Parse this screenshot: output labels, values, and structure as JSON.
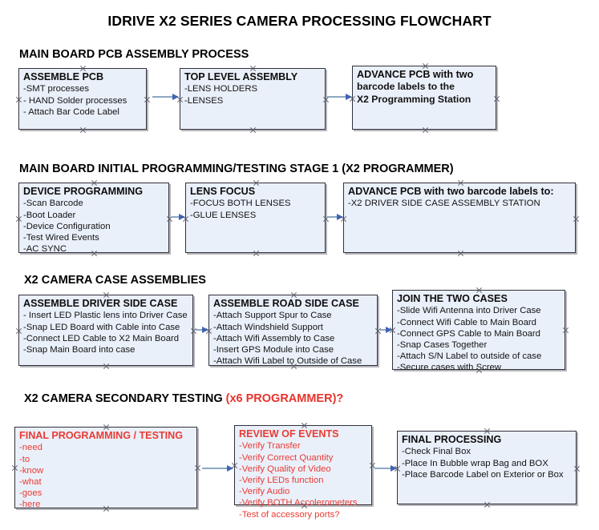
{
  "document": {
    "title": "IDRIVE X2  SERIES CAMERA PROCESSING FLOWCHART",
    "accent_red": "#ea3b33",
    "box_fill": "#eaf0fa",
    "box_border": "#31313a",
    "arrow_color": "#8ba8c4",
    "arrow_head_color": "#3f63b5"
  },
  "sections": [
    {
      "id": "main-board-pcb-assembly-process",
      "heading": "MAIN BOARD PCB ASSEMBLY PROCESS",
      "heading_suffix": "",
      "boxes": [
        {
          "id": "assemble-pcb",
          "title": "ASSEMBLE PCB",
          "lines": [
            "-SMT processes",
            "- HAND Solder processes",
            "- Attach Bar Code Label"
          ]
        },
        {
          "id": "top-level-assembly",
          "title": "TOP LEVEL ASSEMBLY",
          "lines": [
            "-LENS HOLDERS",
            "-LENSES"
          ]
        },
        {
          "id": "advance-pcb-to-x2-programming-station",
          "title": "ADVANCE PCB with two",
          "lines": [
            "barcode labels to the",
            " X2 Programming Station"
          ]
        }
      ]
    },
    {
      "id": "main-board-initial-programming-testing-stage-1",
      "heading": "MAIN BOARD INITIAL PROGRAMMING/TESTING STAGE 1 (X2 PROGRAMMER)",
      "heading_suffix": "",
      "boxes": [
        {
          "id": "device-programming",
          "title": "DEVICE PROGRAMMING",
          "lines": [
            "-Scan Barcode",
            "-Boot Loader",
            "-Device Configuration",
            "-Test Wired Events",
            "-AC SYNC"
          ]
        },
        {
          "id": "lens-focus",
          "title": "LENS FOCUS",
          "lines": [
            "-FOCUS BOTH LENSES",
            "-GLUE LENSES"
          ]
        },
        {
          "id": "advance-pcb-to-driver-side-case-assembly",
          "title": "ADVANCE PCB with two barcode labels to:",
          "lines": [
            "-X2 DRIVER  SIDE  CASE  ASSEMBLY STATION"
          ]
        }
      ]
    },
    {
      "id": "x2-camera-case-assemblies",
      "heading": "X2 CAMERA CASE ASSEMBLIES",
      "heading_suffix": "",
      "boxes": [
        {
          "id": "assemble-driver-side-case",
          "title": "ASSEMBLE DRIVER SIDE CASE",
          "lines": [
            "- Insert LED Plastic lens into Driver Case",
            "-Snap LED Board with Cable into Case",
            "-Connect LED Cable to X2 Main Board",
            "-Snap Main Board into case"
          ]
        },
        {
          "id": "assemble-road-side-case",
          "title": "ASSEMBLE ROAD SIDE CASE",
          "lines": [
            "-Attach Support Spur to Case",
            "-Attach Windshield Support",
            "-Attach Wifi Assembly to Case",
            "-Insert GPS Module into Case",
            "-Attach Wifi Label to Outside of Case"
          ]
        },
        {
          "id": "join-the-two-cases",
          "title": "JOIN THE TWO CASES",
          "lines": [
            "-Slide Wifi Antenna into Driver Case",
            "-Connect Wifi Cable to Main Board",
            "-Connect GPS Cable to Main Board",
            "-Snap Cases Together",
            "-Attach S/N Label to outside of case",
            "-Secure cases with Screw"
          ]
        }
      ]
    },
    {
      "id": "x2-camera-secondary-testing",
      "heading": "X2 CAMERA SECONDARY TESTING ",
      "heading_suffix": "(x6 PROGRAMMER)?",
      "boxes": [
        {
          "id": "final-programming-testing",
          "title": "FINAL PROGRAMMING / TESTING",
          "lines": [
            "-need",
            "-to",
            "-know",
            "-what",
            "-goes",
            "-here"
          ]
        },
        {
          "id": "review-of-events",
          "title": "REVIEW OF EVENTS",
          "lines": [
            "-Verify Transfer",
            "-Verify Correct Quantity",
            "-Verify Quality of Video",
            "-Verify LEDs function",
            "-Verify Audio",
            "-Verify BOTH Accolerometers",
            "-Test of accessory ports?"
          ]
        },
        {
          "id": "final-processing",
          "title": "FINAL PROCESSING",
          "lines": [
            " -Check Final Box",
            "-Place In Bubble wrap Bag and BOX",
            "-Place Barcode Label on Exterior or Box"
          ]
        }
      ]
    }
  ]
}
